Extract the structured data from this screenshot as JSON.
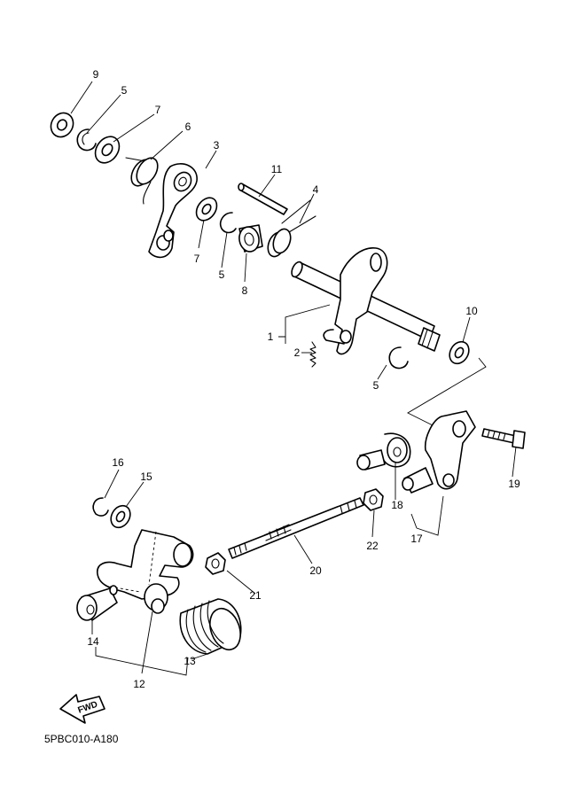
{
  "diagram": {
    "drawing_code": "5PBC010-A180",
    "direction_label": "FWD",
    "callouts": {
      "c1": "1",
      "c2": "2",
      "c3": "3",
      "c4": "4",
      "c5a": "5",
      "c5b": "5",
      "c5c": "5",
      "c6": "6",
      "c7a": "7",
      "c7b": "7",
      "c8": "8",
      "c9": "9",
      "c10": "10",
      "c11": "11",
      "c12": "12",
      "c13": "13",
      "c14": "14",
      "c15": "15",
      "c16": "16",
      "c17": "17",
      "c18": "18",
      "c19": "19",
      "c20": "20",
      "c21": "21",
      "c22": "22"
    }
  }
}
